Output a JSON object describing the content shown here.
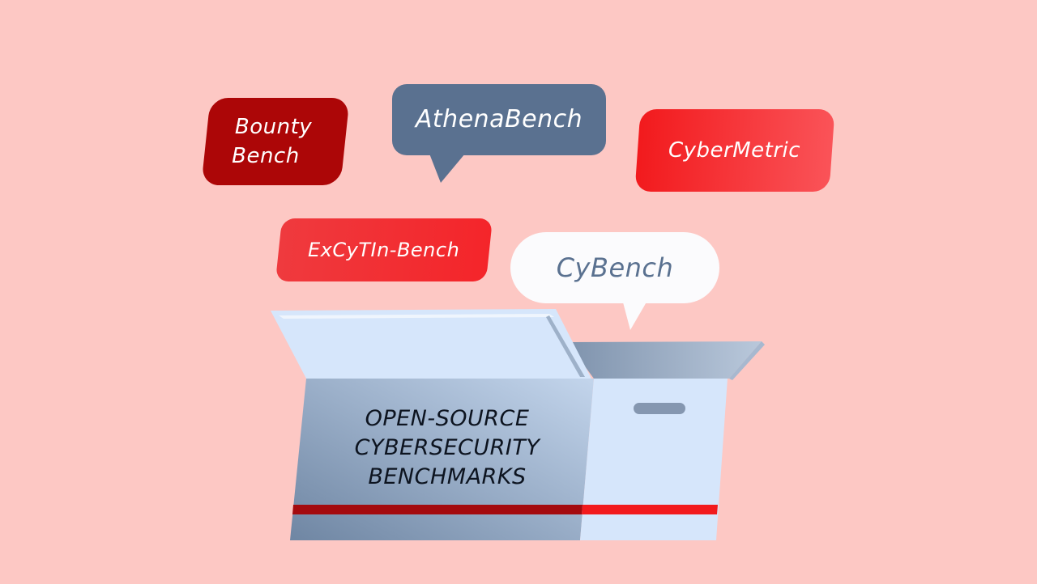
{
  "bubbles": {
    "bounty_line1": "Bounty",
    "bounty_line2": "Bench",
    "athena": "AthenaBench",
    "cybermetric": "CyberMetric",
    "excytin": "ExCyTIn-Bench",
    "cybench": "CyBench"
  },
  "box": {
    "line1": "OPEN-SOURCE",
    "line2": "CYBERSECURITY",
    "line3": "BENCHMARKS"
  },
  "colors": {
    "background": "#fdc8c4",
    "dark_red": "#ac0607",
    "slate_blue": "#5a7190",
    "bright_red": "#f21a1d",
    "white": "#fbfbfd",
    "box_light": "#d6e6fb"
  }
}
